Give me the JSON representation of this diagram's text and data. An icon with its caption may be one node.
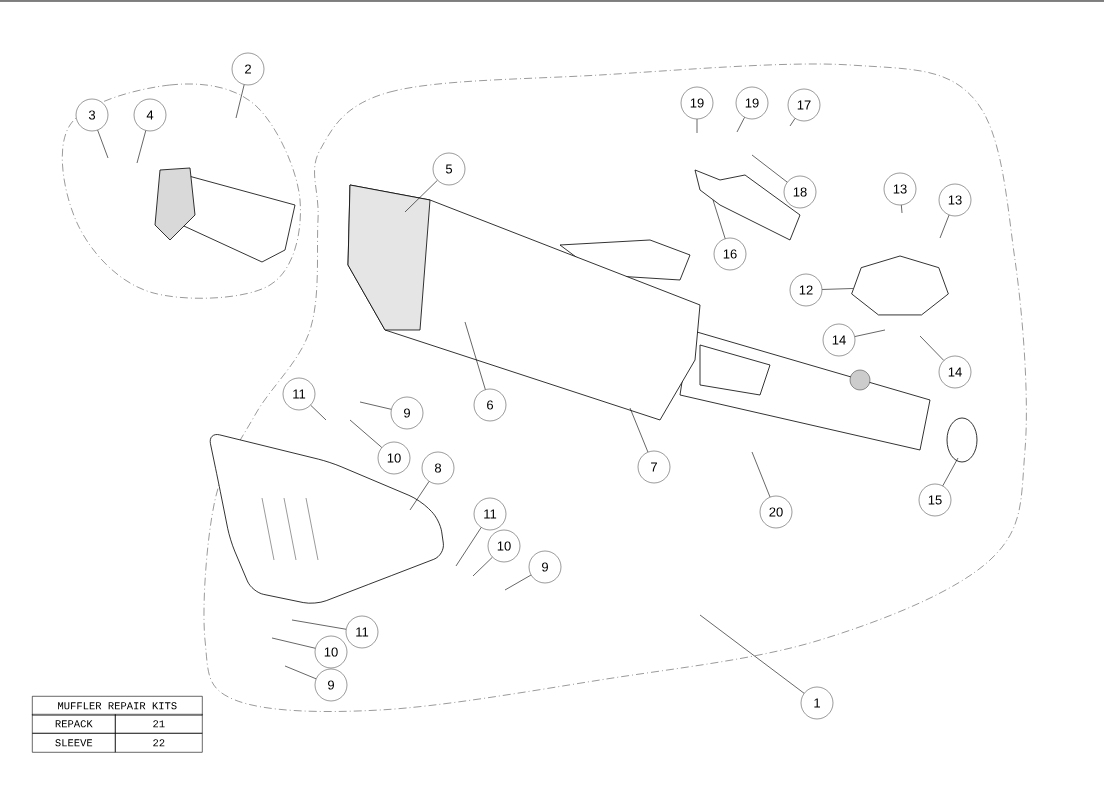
{
  "diagram": {
    "nodes": [
      {
        "text": [
          "2"
        ]
      },
      {
        "text": [
          "3"
        ]
      },
      {
        "text": [
          "4"
        ]
      },
      {
        "text": [
          "5"
        ]
      },
      {
        "text": [
          "19"
        ]
      },
      {
        "text": [
          "19"
        ]
      },
      {
        "text": [
          "17"
        ]
      },
      {
        "text": [
          "18"
        ]
      },
      {
        "text": [
          "16"
        ]
      },
      {
        "text": [
          "13"
        ]
      },
      {
        "text": [
          "13"
        ]
      },
      {
        "text": [
          "12"
        ]
      },
      {
        "text": [
          "6"
        ]
      },
      {
        "text": [
          "14"
        ]
      },
      {
        "text": [
          "14"
        ]
      },
      {
        "text": [
          "11"
        ]
      },
      {
        "text": [
          "9"
        ]
      },
      {
        "text": [
          "10"
        ]
      },
      {
        "text": [
          "7"
        ]
      },
      {
        "text": [
          "8"
        ]
      },
      {
        "text": [
          "15"
        ]
      },
      {
        "text": [
          "20"
        ]
      },
      {
        "text": [
          "11"
        ]
      },
      {
        "text": [
          "10"
        ]
      },
      {
        "text": [
          "9"
        ]
      },
      {
        "text": [
          "11"
        ]
      },
      {
        "text": [
          "10"
        ]
      },
      {
        "text": [
          "9"
        ]
      },
      {
        "text": [
          "1"
        ]
      },
      {
        "text": [],
        "shape": "picture"
      }
    ],
    "edges": [
      {
        "from": 0,
        "to": null,
        "arrow": "none"
      },
      {
        "from": 1,
        "to": null,
        "arrow": "none"
      },
      {
        "from": 2,
        "to": null,
        "arrow": "none"
      },
      {
        "from": 3,
        "to": null,
        "arrow": "none"
      },
      {
        "from": 4,
        "to": null,
        "arrow": "none"
      },
      {
        "from": 5,
        "to": null,
        "arrow": "none"
      },
      {
        "from": 6,
        "to": null,
        "arrow": "none"
      },
      {
        "from": 7,
        "to": null,
        "arrow": "none"
      },
      {
        "from": 8,
        "to": null,
        "arrow": "none"
      },
      {
        "from": 9,
        "to": null,
        "arrow": "none"
      },
      {
        "from": 10,
        "to": null,
        "arrow": "none"
      },
      {
        "from": 11,
        "to": 29,
        "arrow": "none"
      },
      {
        "from": 12,
        "to": null,
        "arrow": "none"
      },
      {
        "from": 13,
        "to": null,
        "arrow": "none"
      },
      {
        "from": 14,
        "to": null,
        "arrow": "none"
      },
      {
        "from": 15,
        "to": null,
        "arrow": "none"
      },
      {
        "from": 16,
        "to": null,
        "arrow": "none"
      },
      {
        "from": 17,
        "to": null,
        "arrow": "none"
      },
      {
        "from": 18,
        "to": null,
        "arrow": "none"
      },
      {
        "from": 19,
        "to": null,
        "arrow": "none"
      },
      {
        "from": 20,
        "to": null,
        "arrow": "none"
      },
      {
        "from": 21,
        "to": null,
        "arrow": "none"
      },
      {
        "from": 22,
        "to": null,
        "arrow": "none"
      },
      {
        "from": 23,
        "to": null,
        "arrow": "none"
      },
      {
        "from": 24,
        "to": null,
        "arrow": "none"
      },
      {
        "from": 25,
        "to": null,
        "arrow": "none"
      },
      {
        "from": 26,
        "to": null,
        "arrow": "none"
      },
      {
        "from": 27,
        "to": null,
        "arrow": "none"
      },
      {
        "from": 28,
        "to": null,
        "arrow": "none"
      }
    ],
    "labels": [
      "MUFFLER REPAIR KITS",
      "REPACK",
      "21",
      "SLEEVE",
      "22"
    ]
  }
}
